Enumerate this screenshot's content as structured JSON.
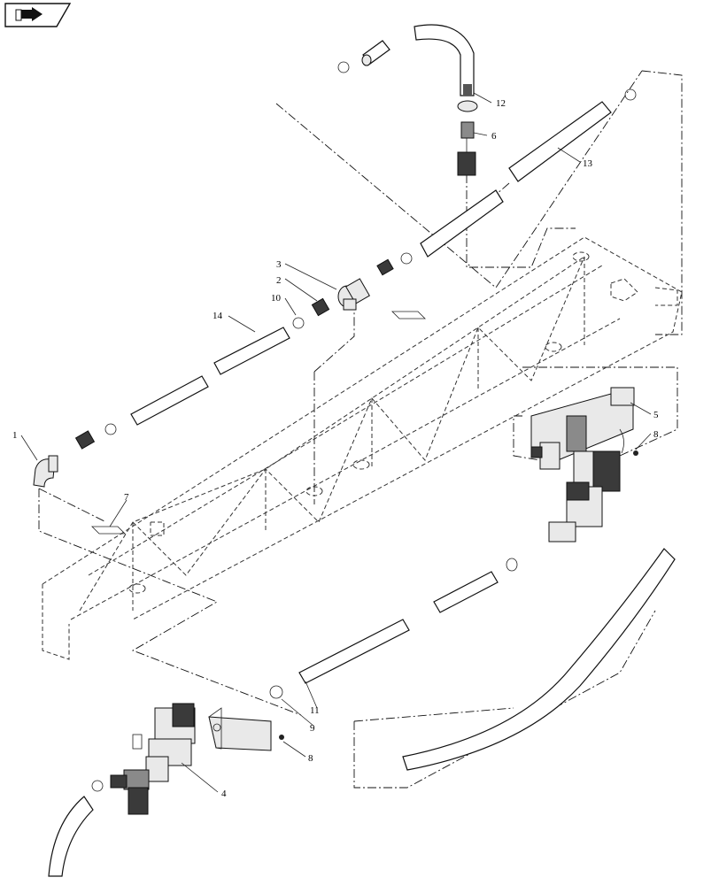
{
  "callouts": {
    "c1": "1",
    "c2": "2",
    "c3": "3",
    "c4": "4",
    "c5": "5",
    "c6": "6",
    "c7": "7",
    "c8a": "8",
    "c8b": "8",
    "c9": "9",
    "c10": "10",
    "c11": "11",
    "c12": "12",
    "c13": "13",
    "c14": "14"
  },
  "icons": {
    "nav": "next-page-arrow-icon"
  }
}
